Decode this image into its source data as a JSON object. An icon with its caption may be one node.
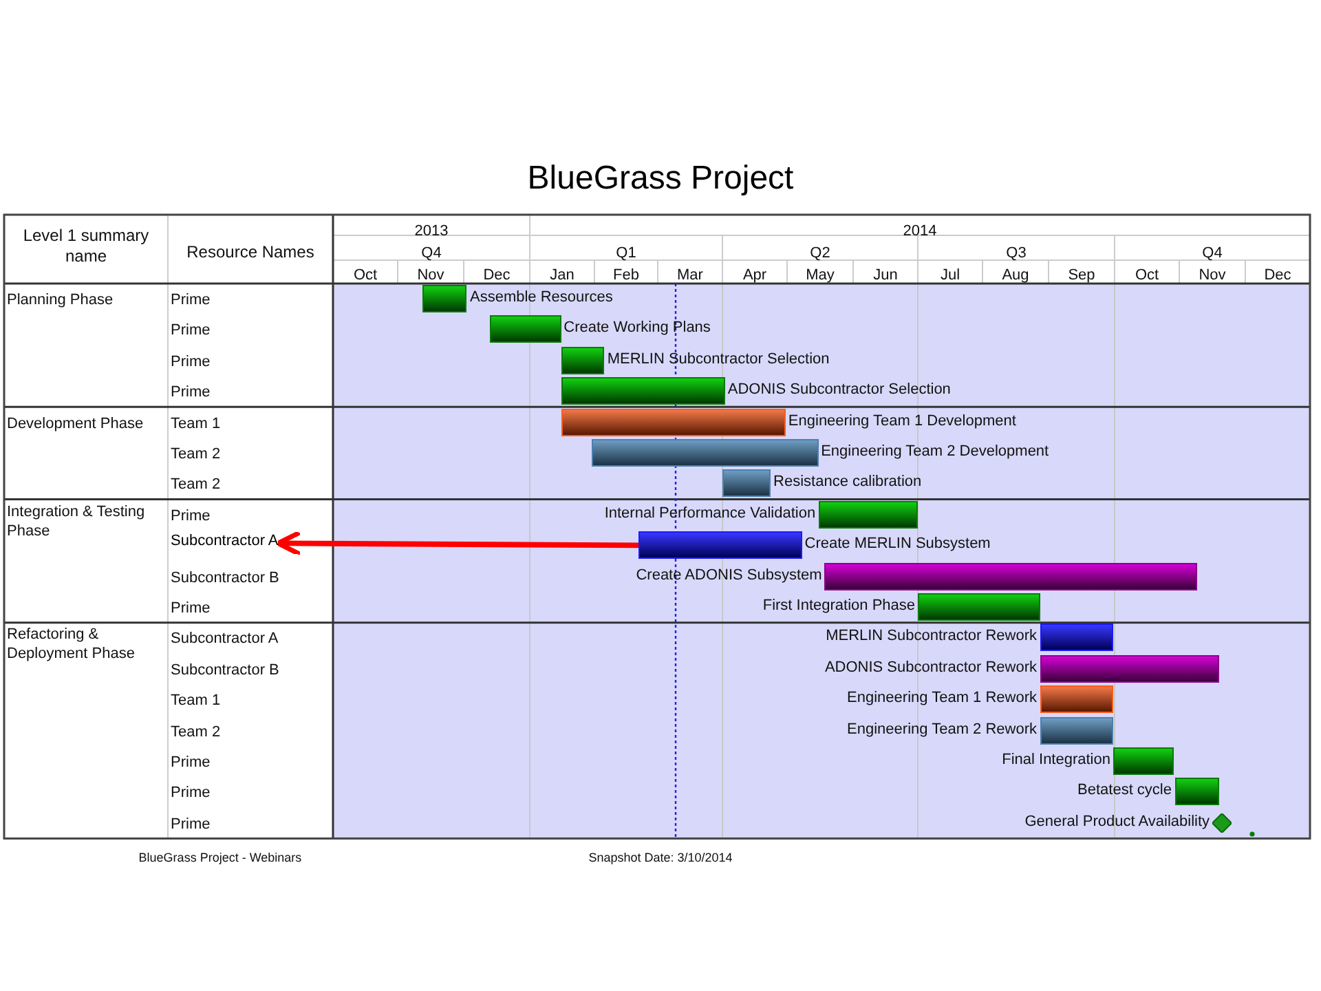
{
  "diagram": {
    "title": "BlueGrass Project",
    "nodes": [
      {
        "text": [],
        "shape": "bar",
        "beside": [
          "Assemble Resources"
        ]
      },
      {
        "text": [],
        "shape": "bar",
        "beside": [
          "Create Working Plans"
        ]
      },
      {
        "text": [],
        "shape": "bar",
        "beside": [
          "MERLIN Subcontractor Selection"
        ]
      },
      {
        "text": [],
        "shape": "bar",
        "beside": [
          "ADONIS Subcontractor Selection"
        ]
      },
      {
        "text": [],
        "shape": "bar",
        "beside": [
          "Engineering Team 1 Development"
        ]
      },
      {
        "text": [],
        "shape": "bar",
        "beside": [
          "Engineering Team 2 Development"
        ]
      },
      {
        "text": [],
        "shape": "bar",
        "beside": [
          "Resistance calibration"
        ]
      },
      {
        "text": [],
        "shape": "bar",
        "beside": [
          "Internal Performance Validation"
        ]
      },
      {
        "text": [],
        "shape": "bar",
        "beside": [
          "Create MERLIN Subsystem"
        ]
      },
      {
        "text": [],
        "shape": "bar",
        "beside": [
          "Create ADONIS Subsystem"
        ]
      },
      {
        "text": [],
        "shape": "bar",
        "beside": [
          "First Integration Phase"
        ]
      },
      {
        "text": [],
        "shape": "bar",
        "beside": [
          "MERLIN Subcontractor Rework"
        ]
      },
      {
        "text": [],
        "shape": "bar",
        "beside": [
          "ADONIS Subcontractor Rework"
        ]
      },
      {
        "text": [],
        "shape": "bar",
        "beside": [
          "Engineering Team 1 Rework"
        ]
      },
      {
        "text": [],
        "shape": "bar",
        "beside": [
          "Engineering Team 2 Rework"
        ]
      },
      {
        "text": [],
        "shape": "bar",
        "beside": [
          "Final Integration"
        ]
      },
      {
        "text": [],
        "shape": "bar",
        "beside": [
          "Betatest cycle"
        ]
      },
      {
        "text": [],
        "shape": "diamond",
        "beside": [
          "General Product Availability"
        ]
      },
      {
        "text": [
          "Subcontractor A"
        ]
      }
    ],
    "edges": [
      {
        "from": 8,
        "to": 18,
        "arrow": "to",
        "color": "#ff0000"
      }
    ],
    "labels": [
      "Level 1 summary name",
      "Resource Names",
      "2013",
      "2014",
      "Q4",
      "Q1",
      "Q2",
      "Q3",
      "Q4",
      "Oct",
      "Nov",
      "Dec",
      "Jan",
      "Feb",
      "Mar",
      "Apr",
      "May",
      "Jun",
      "Jul",
      "Aug",
      "Sep",
      "Oct",
      "Nov",
      "Dec",
      "Planning Phase",
      "Prime",
      "Prime",
      "Prime",
      "Prime",
      "Development Phase",
      "Team 1",
      "Team 2",
      "Team 2",
      "Integration & Testing Phase",
      "Prime",
      "Subcontractor B",
      "Prime",
      "Refactoring & Deployment Phase",
      "Subcontractor A",
      "Subcontractor B",
      "Team 1",
      "Team 2",
      "Prime",
      "Prime",
      "Prime",
      "BlueGrass Project - Webinars",
      "Snapshot Date: 3/10/2014"
    ]
  }
}
